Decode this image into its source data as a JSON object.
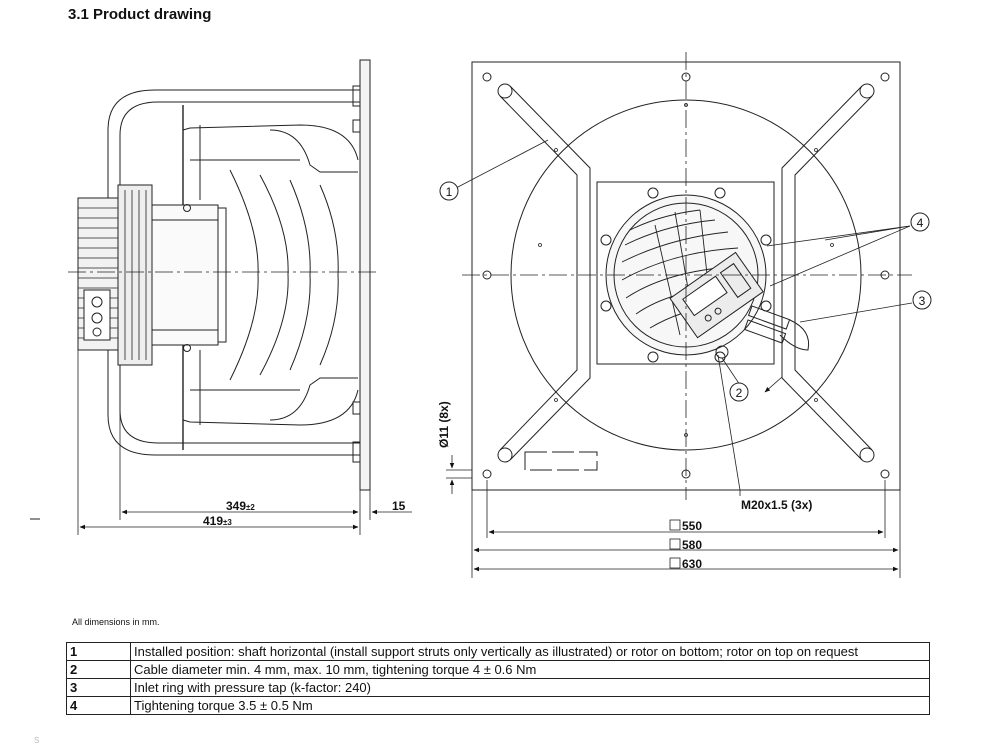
{
  "title": "3.1 Product drawing",
  "dimensions": {
    "depth_1": "349",
    "depth_1_tol": "±2",
    "depth_2": "419",
    "depth_2_tol": "±3",
    "flange": "15",
    "hole": "Ø11 (8x)",
    "thread": "M20x1.5 (3x)",
    "sq_550": "550",
    "sq_580": "580",
    "sq_630": "630"
  },
  "callouts": [
    "1",
    "2",
    "3",
    "4"
  ],
  "note": "All dimensions in mm.",
  "legend": [
    {
      "num": "1",
      "text": "Installed position: shaft horizontal (install support struts only vertically as illustrated) or rotor on bottom; rotor on top on request"
    },
    {
      "num": "2",
      "text": "Cable diameter min. 4 mm, max. 10 mm, tightening torque 4 ± 0.6 Nm"
    },
    {
      "num": "3",
      "text": "Inlet ring with pressure tap (k-factor: 240)"
    },
    {
      "num": "4",
      "text": "Tightening torque 3.5 ± 0.5 Nm"
    }
  ],
  "side_mark": "S"
}
